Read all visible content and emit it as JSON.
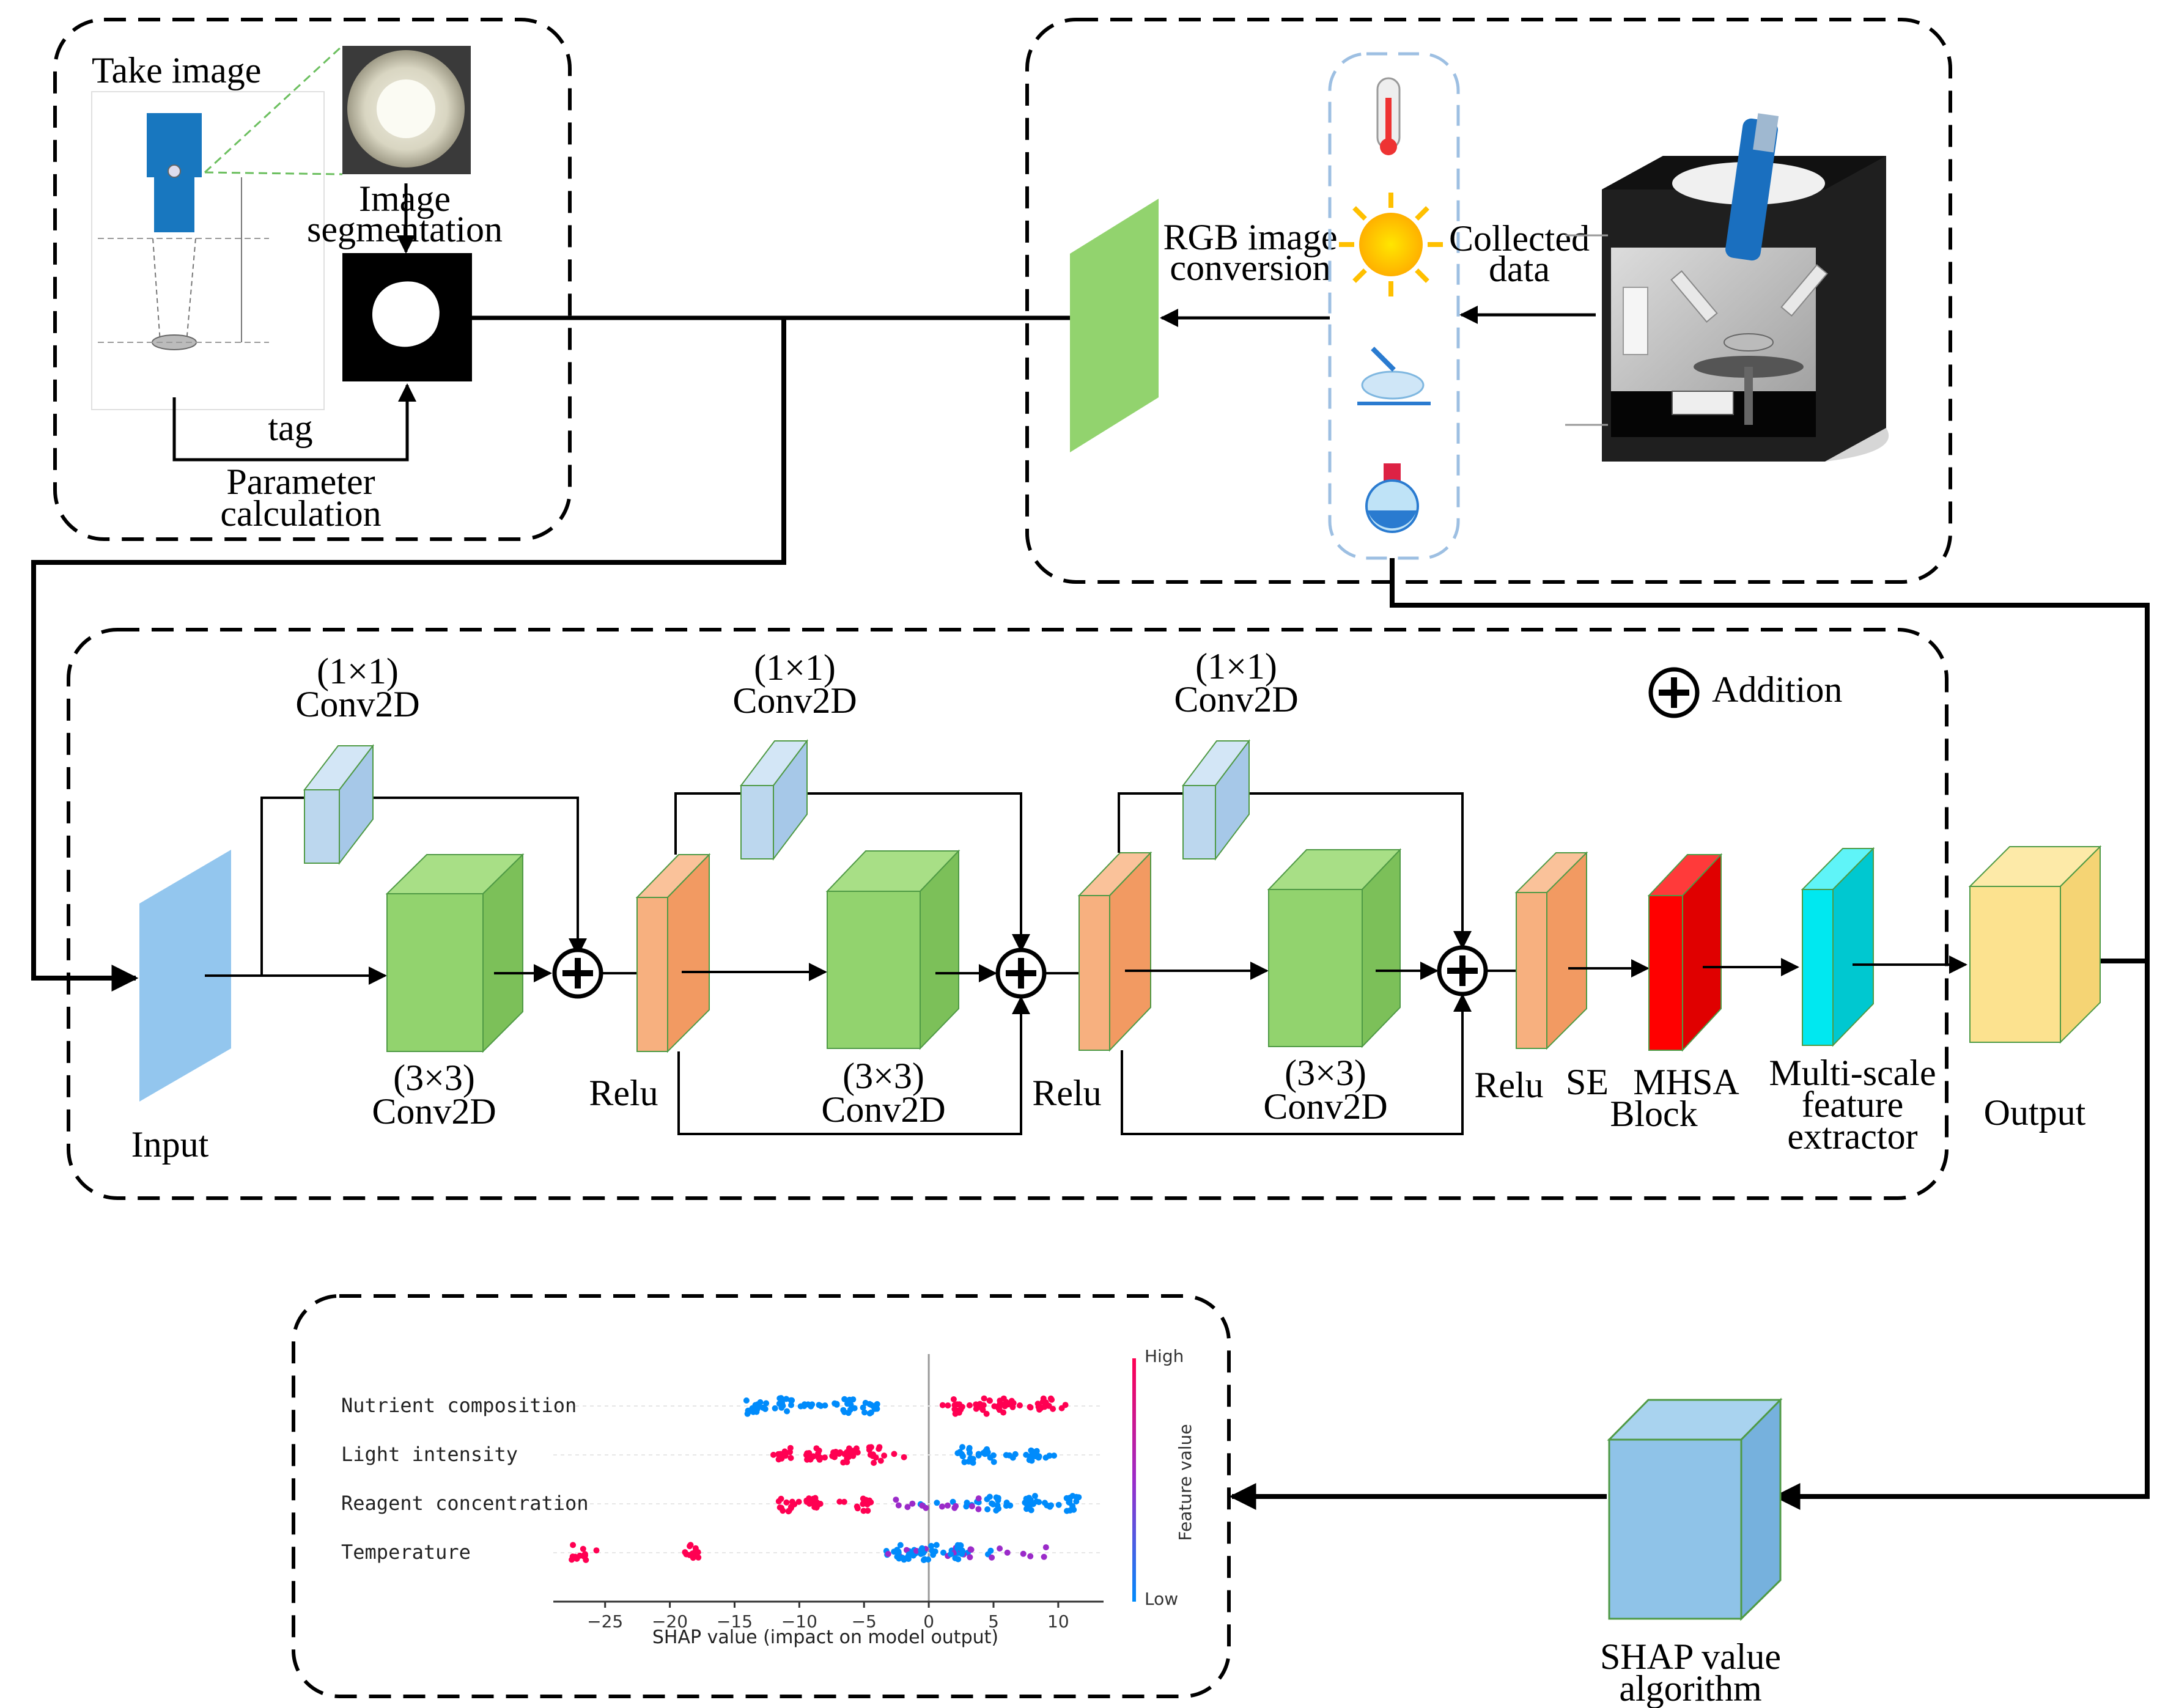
{
  "top_left": {
    "take_image": "Take image",
    "image_segmentation_1": "Image",
    "image_segmentation_2": "segmentation",
    "tag": "tag",
    "parameter_calc_1": "Parameter",
    "parameter_calc_2": "calculation"
  },
  "top_right": {
    "rgb_1": "RGB image",
    "rgb_2": "conversion",
    "collected_1": "Collected",
    "collected_2": "data"
  },
  "network": {
    "input": "Input",
    "conv1x1_a": "(1×1)",
    "conv1x1_b": "Conv2D",
    "conv3x3_a": "(3×3)",
    "conv3x3_b": "Conv2D",
    "relu": "Relu",
    "se": "SE",
    "mhsa_1": "MHSA",
    "mhsa_2": "Block",
    "msfe_1": "Multi-scale",
    "msfe_2": "feature",
    "msfe_3": "extractor",
    "output": "Output",
    "legend_addition": "Addition"
  },
  "shap_box": {
    "label_1": "SHAP value",
    "label_2": "algorithm"
  },
  "colors": {
    "green_cube": "#92d36e",
    "light_blue": "#bcd7ee",
    "orange": "#f7b07f",
    "red": "#ff0000",
    "cyan": "#00e8f0",
    "yellow": "#fce28f",
    "shap_blue": "#8fc3e8",
    "input_blue": "#93c6ee",
    "high": "#ff0052",
    "low": "#008bfb"
  },
  "chart_data": {
    "type": "scatter",
    "subtype": "shap_beeswarm",
    "xlabel": "SHAP value (impact on model output)",
    "xlim": [
      -29,
      13.5
    ],
    "xticks": [
      -25,
      -20,
      -15,
      -10,
      -5,
      0,
      5,
      10
    ],
    "colorbar": {
      "high": "High",
      "low": "Low",
      "label": "Feature value"
    },
    "features": [
      {
        "name": "Nutrient composition",
        "low_ranges": [
          [
            -14.5,
            -3.5
          ]
        ],
        "high_ranges": [
          [
            1.0,
            11.0
          ]
        ],
        "low_clusters": [
          -13.5,
          -11,
          -6,
          -4.5
        ],
        "high_clusters": [
          2,
          4.5,
          6,
          9
        ]
      },
      {
        "name": "Light intensity",
        "low_ranges": [
          [
            1.5,
            10.0
          ]
        ],
        "high_ranges": [
          [
            -12.0,
            -1.5
          ]
        ],
        "low_clusters": [
          3,
          5,
          8
        ],
        "high_clusters": [
          -11,
          -9,
          -6,
          -4
        ]
      },
      {
        "name": "Reagent concentration",
        "low_ranges": [
          [
            -1.0,
            11.5
          ]
        ],
        "high_ranges": [
          [
            -11.0,
            -4.5
          ]
        ],
        "mixed_ranges": [
          [
            -3.0,
            4.0
          ]
        ],
        "low_clusters": [
          5,
          8,
          11
        ],
        "high_clusters": [
          -11,
          -9,
          -5
        ]
      },
      {
        "name": "Temperature",
        "low_ranges": [
          [
            -3.5,
            5.0
          ]
        ],
        "high_ranges": [
          [
            -27.5,
            -25.5
          ],
          [
            -18.5,
            -18.0
          ]
        ],
        "mixed_ranges": [
          [
            -3.5,
            9.5
          ]
        ],
        "low_clusters": [
          -2,
          0,
          2
        ],
        "high_clusters": [
          -27,
          -18.3
        ]
      }
    ]
  }
}
